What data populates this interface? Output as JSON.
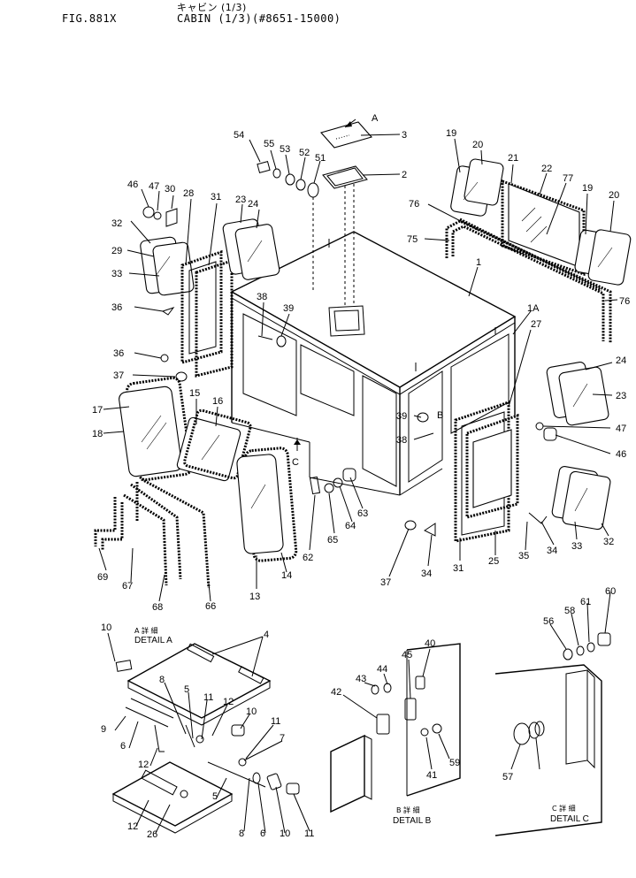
{
  "header": {
    "fig_label": "FIG.881X",
    "title_jp": "キャビン (1/3)",
    "title": "CABIN (1/3)(#8651-15000)"
  },
  "details": {
    "a": {
      "jp": "A 詳 細",
      "en": "DETAIL A"
    },
    "b": {
      "jp": "B 詳 細",
      "en": "DETAIL B"
    },
    "c": {
      "jp": "C 詳 細",
      "en": "DETAIL C"
    }
  },
  "view_letters": {
    "a": "A",
    "b": "B",
    "c": "C",
    "one_a": "1A"
  },
  "callouts": [
    "54",
    "55",
    "53",
    "52",
    "51",
    "3",
    "2",
    "19",
    "20",
    "21",
    "22",
    "77",
    "19",
    "20",
    "76",
    "75",
    "76",
    "46",
    "47",
    "30",
    "28",
    "31",
    "23",
    "24",
    "32",
    "29",
    "33",
    "36",
    "38",
    "39",
    "36",
    "37",
    "1",
    "17",
    "18",
    "15",
    "16",
    "27",
    "24",
    "23",
    "47",
    "46",
    "39",
    "38",
    "63",
    "64",
    "65",
    "62",
    "13",
    "14",
    "69",
    "67",
    "68",
    "66",
    "37",
    "34",
    "31",
    "25",
    "35",
    "34",
    "33",
    "32",
    "10",
    "4",
    "8",
    "5",
    "11",
    "12",
    "10",
    "9",
    "6",
    "12",
    "11",
    "7",
    "5",
    "8",
    "6",
    "10",
    "11",
    "12",
    "26",
    "40",
    "45",
    "44",
    "43",
    "42",
    "41",
    "59",
    "60",
    "61",
    "58",
    "56",
    "57"
  ]
}
